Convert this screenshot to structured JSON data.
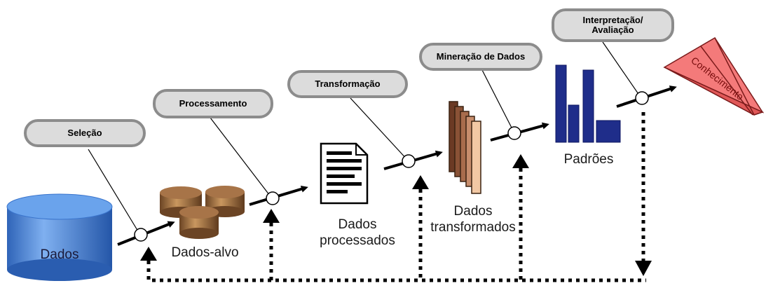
{
  "steps": {
    "selecao": "Seleção",
    "processamento": "Processamento",
    "transformacao": "Transformação",
    "mineracao": "Mineração de Dados",
    "interpretacao_line1": "Interpretação/",
    "interpretacao_line2": "Avaliação"
  },
  "nodes": {
    "dados": "Dados",
    "dados_alvo": "Dados-alvo",
    "dados_processados_line1": "Dados",
    "dados_processados_line2": "processados",
    "dados_transformados_line1": "Dados",
    "dados_transformados_line2": "transformados",
    "padroes": "Padrões",
    "conhecimento": "Conhecimento"
  },
  "colors": {
    "cylinder_blue": "#3f7fd9",
    "target_brown": "#9b6a3c",
    "pattern_navy": "#1f2d8a",
    "knowledge_red": "#f26a6a",
    "pill_fill": "#dcdcdc",
    "pill_border": "#8c8c8c"
  }
}
